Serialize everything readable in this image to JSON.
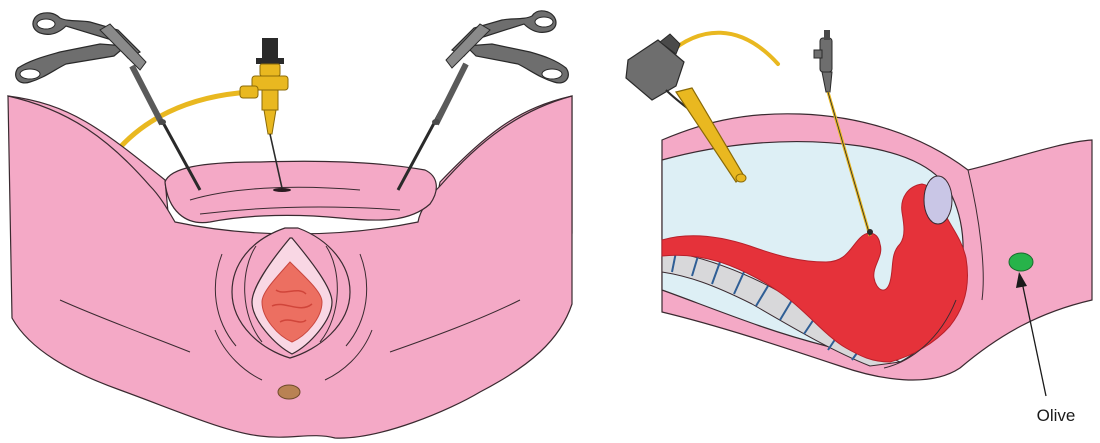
{
  "figure": {
    "left_panel": {
      "id": "laparoscopic-perineal-view"
    },
    "right_panel": {
      "id": "sagittal-section-view"
    },
    "annotations": [
      {
        "text": "Olive",
        "target": "olive-structure"
      }
    ]
  },
  "colors": {
    "skin": "#F4A9C6",
    "skin_outline": "#3a2a30",
    "tissue_red": "#E5323A",
    "mucosa": "#EC6F61",
    "cavity_fluid": "#DDEFF5",
    "instrument_grey": "#6E6E6E",
    "instrument_yellow": "#E9B820",
    "olive_green": "#27B34A",
    "bladder_lilac": "#C9C6E6",
    "mark_brown": "#B98253",
    "rib_blue": "#2F5E95"
  }
}
